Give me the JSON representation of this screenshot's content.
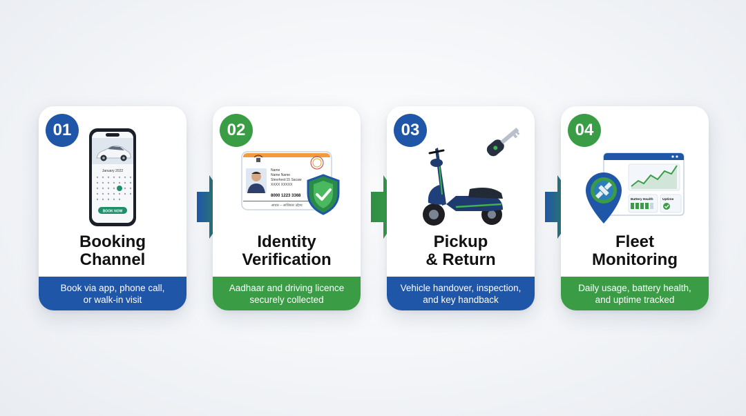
{
  "colors": {
    "blue": "#1f56a8",
    "green": "#3a9d45"
  },
  "steps": [
    {
      "number": "01",
      "title_lines": [
        "Booking",
        "Channel"
      ],
      "description_lines": [
        "Book via app, phone call,",
        "or walk-in visit"
      ],
      "icon": "smartphone-calendar-icon",
      "phone": {
        "month": "January 2022",
        "button": "BOOK NOW"
      }
    },
    {
      "number": "02",
      "title_lines": [
        "Identity",
        "Verification"
      ],
      "description_lines": [
        "Aadhaar and driving licence",
        "securely collected"
      ],
      "icon": "id-card-shield-icon",
      "card": {
        "line1": "Name",
        "line2": "Name Name",
        "line3": "Stesrhest:15 Sacaw",
        "line4": "XXXX XXXXX",
        "number": "8000 1223 3368",
        "footer": "आधार – आधिकार उद्देश्य"
      }
    },
    {
      "number": "03",
      "title_lines": [
        "Pickup",
        "& Return"
      ],
      "description_lines": [
        "Vehicle handover, inspection,",
        "and key handback"
      ],
      "icon": "scooter-key-icon"
    },
    {
      "number": "04",
      "title_lines": [
        "Fleet",
        "Monitoring"
      ],
      "description_lines": [
        "Daily usage, battery health,",
        "and uptime tracked"
      ],
      "icon": "map-pin-dashboard-icon",
      "dashboard": {
        "battery_label": "Battery Health",
        "uptime_label": "Uptime"
      }
    }
  ]
}
